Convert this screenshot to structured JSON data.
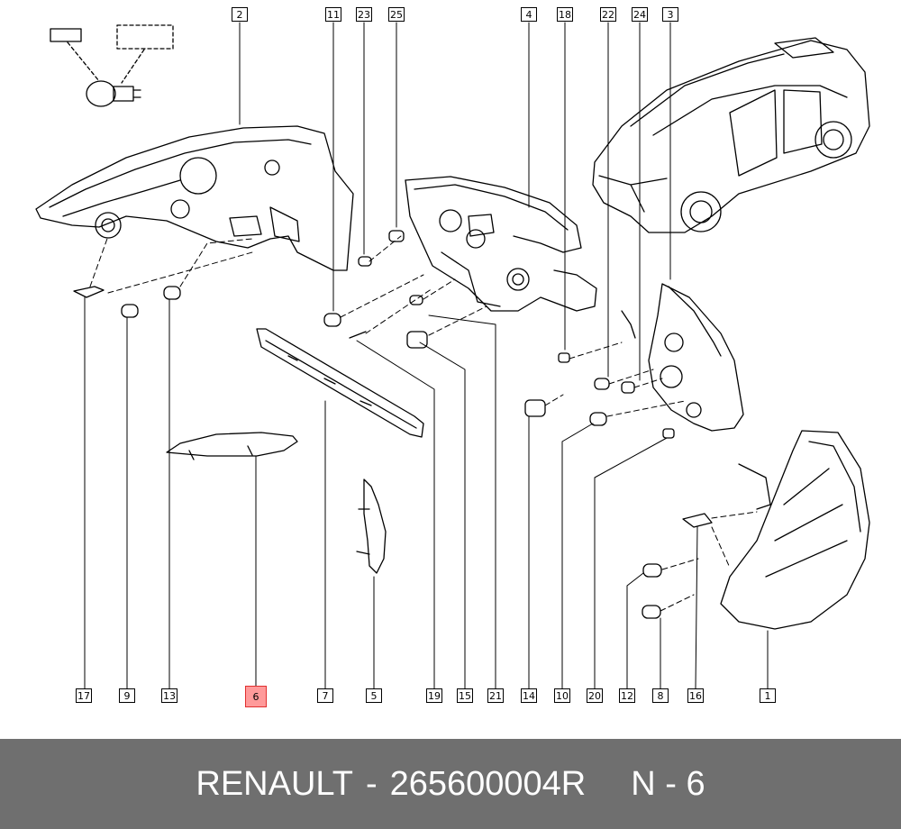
{
  "footer": {
    "brand": "RENAULT",
    "dash": "-",
    "part_number": "265600004R",
    "ref_label": "N - 6"
  },
  "callouts": {
    "c1": "1",
    "c2": "2",
    "c3": "3",
    "c4": "4",
    "c5": "5",
    "c6": "6",
    "c7": "7",
    "c8": "8",
    "c9": "9",
    "c10": "10",
    "c11": "11",
    "c12": "12",
    "c13": "13",
    "c14": "14",
    "c15": "15",
    "c16": "16",
    "c17": "17",
    "c18": "18",
    "c19": "19",
    "c20": "20",
    "c21": "21",
    "c22": "22",
    "c23": "23",
    "c24": "24",
    "c25": "25"
  },
  "highlight": {
    "selected_callout": "6",
    "color": "#ff9a9a"
  }
}
